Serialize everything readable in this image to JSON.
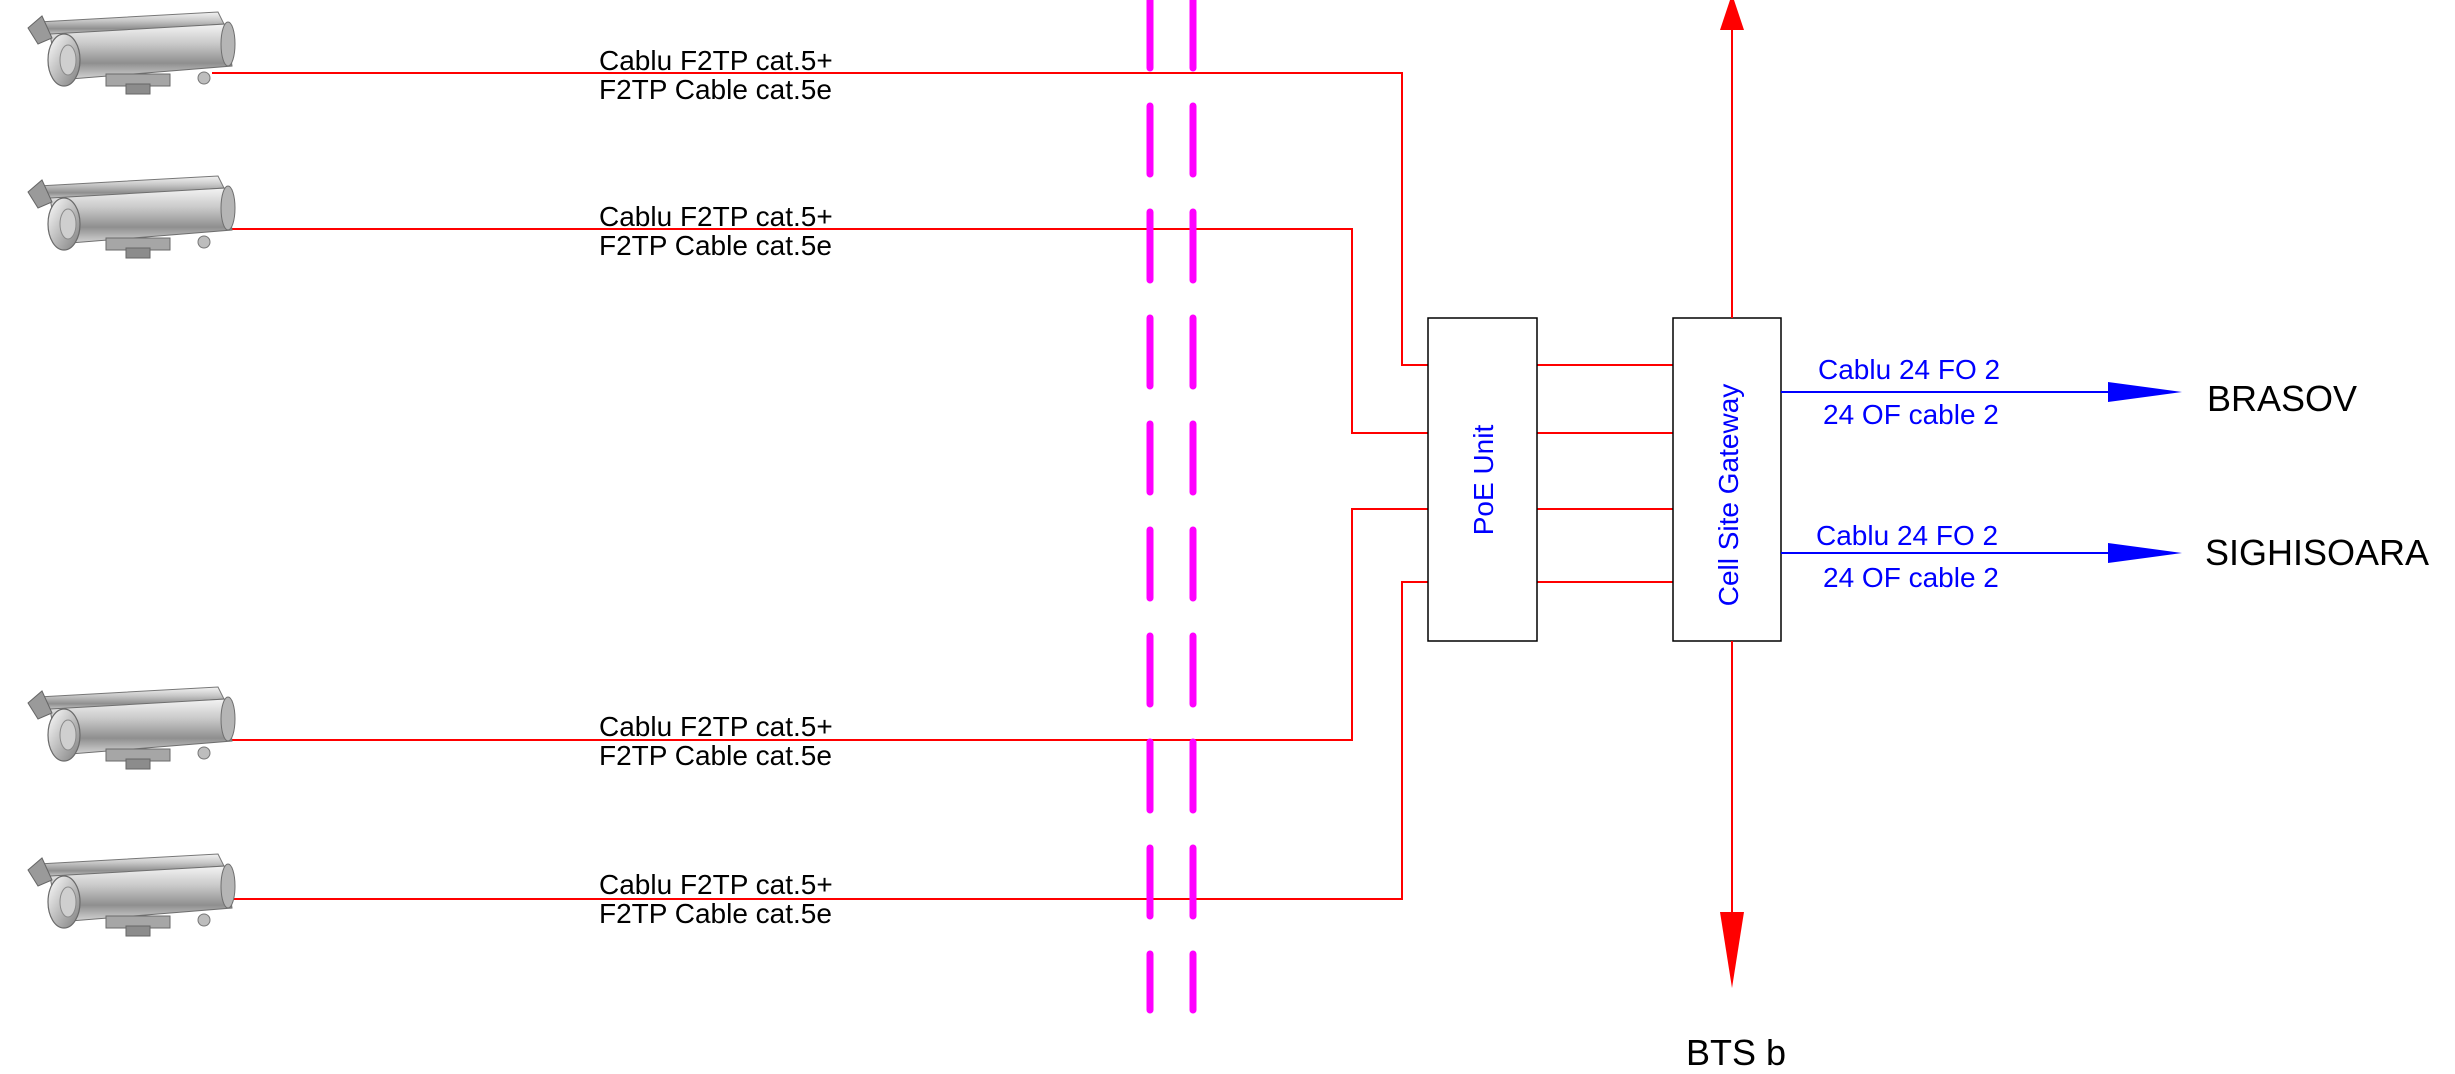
{
  "colors": {
    "copper_cable": "#ff0000",
    "fiber_cable": "#0000ff",
    "boundary": "#ff00ff",
    "text": "#000000",
    "device_label": "#0000ff"
  },
  "cameras": [
    {
      "icon": "cctv-camera-housing-icon",
      "cable_label_ro": "Cablu F2TP cat.5+",
      "cable_label_en": "F2TP Cable cat.5e"
    },
    {
      "icon": "cctv-camera-housing-icon",
      "cable_label_ro": "Cablu F2TP cat.5+",
      "cable_label_en": "F2TP Cable cat.5e"
    },
    {
      "icon": "cctv-camera-housing-icon",
      "cable_label_ro": "Cablu F2TP cat.5+",
      "cable_label_en": "F2TP Cable cat.5e"
    },
    {
      "icon": "cctv-camera-housing-icon",
      "cable_label_ro": "Cablu F2TP cat.5+",
      "cable_label_en": "F2TP Cable cat.5e"
    }
  ],
  "poe_unit": {
    "label": "PoE Unit"
  },
  "gateway": {
    "label": "Cell Site Gateway"
  },
  "fiber_links": [
    {
      "label_ro": "Cablu 24 FO 2",
      "label_en": "24 OF cable 2",
      "destination": "BRASOV"
    },
    {
      "label_ro": "Cablu 24 FO 2",
      "label_en": "24 OF cable 2",
      "destination": "SIGHISOARA"
    }
  ],
  "bts": {
    "label": "BTS b"
  }
}
